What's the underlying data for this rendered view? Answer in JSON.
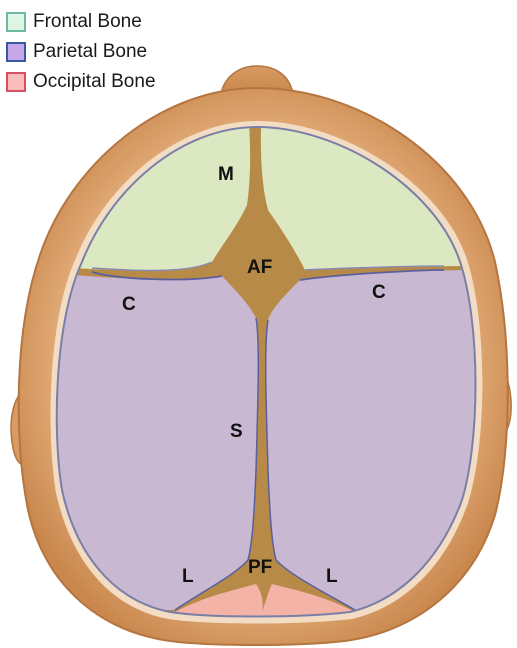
{
  "legend": {
    "items": [
      {
        "label": "Frontal Bone",
        "fill": "#dff5e4",
        "border": "#6db9a6"
      },
      {
        "label": "Parietal Bone",
        "fill": "#c7a6ea",
        "border": "#3a5a9e"
      },
      {
        "label": "Occipital Bone",
        "fill": "#fbbcbc",
        "border": "#d94f5c"
      }
    ]
  },
  "labels": {
    "metopic": "M",
    "anterior_fontanelle": "AF",
    "coronal_left": "C",
    "coronal_right": "C",
    "sagittal": "S",
    "posterior_fontanelle": "PF",
    "lambdoid_left": "L",
    "lambdoid_right": "L"
  },
  "colors": {
    "scalp": "#e0a470",
    "scalp_edge": "#b87540",
    "frontal_region": "#dce8c2",
    "parietal_region": "#c8b8d2",
    "occipital_region": "#f3b3a6",
    "suture": "#b88a48"
  }
}
